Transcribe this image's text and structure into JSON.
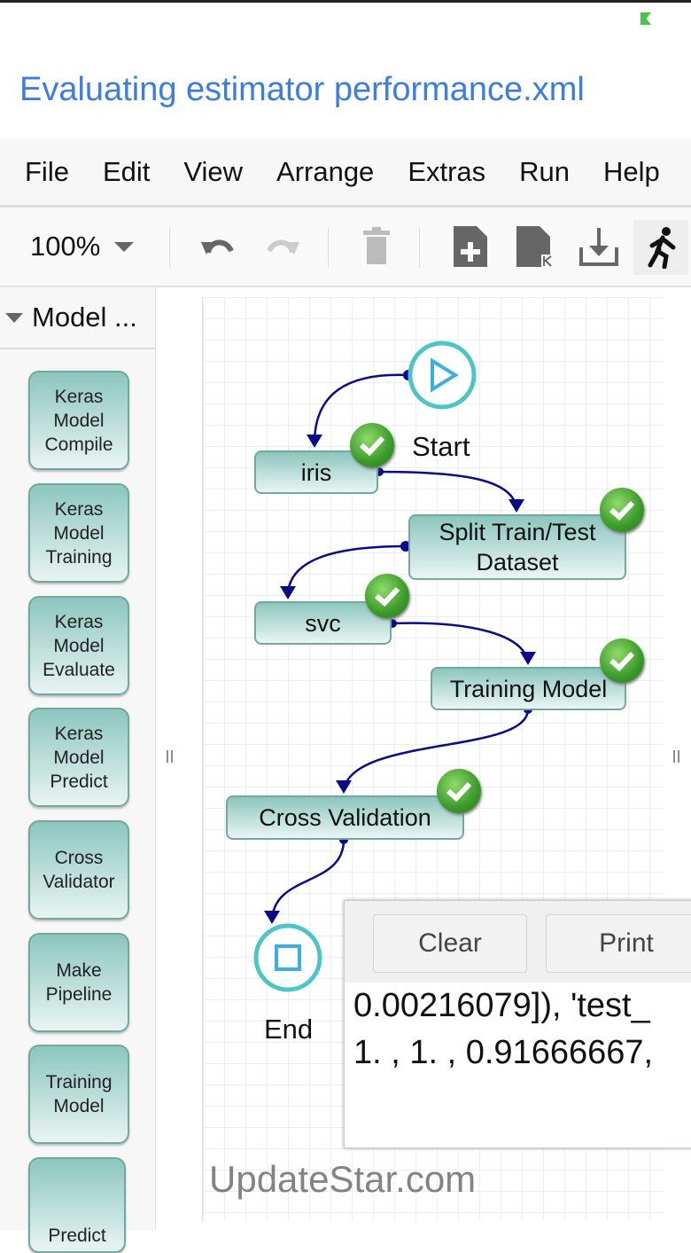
{
  "title": "Evaluating estimator performance.xml",
  "menu": [
    "File",
    "Edit",
    "View",
    "Arrange",
    "Extras",
    "Run",
    "Help"
  ],
  "toolbar": {
    "zoom": "100%",
    "icons": [
      "undo-icon",
      "redo-icon",
      "delete-icon",
      "new-file-icon",
      "file-export-icon",
      "download-icon",
      "run-icon"
    ]
  },
  "sidebar": {
    "header": "Model ...",
    "items": [
      "Keras Model Compile",
      "Keras Model Training",
      "Keras Model Evaluate",
      "Keras Model Predict",
      "Cross Validator",
      "Make Pipeline",
      "Training Model",
      "Predict"
    ]
  },
  "diagram": {
    "start_label": "Start",
    "end_label": "End",
    "nodes": [
      "iris",
      "Split Train/Test Dataset",
      "svc",
      "Training Model",
      "Cross Validation"
    ],
    "status": "completed",
    "colors": {
      "node": "#8cc6be",
      "edge": "#0a0a8a",
      "check": "#3a9a2a",
      "terminal": "#3bb0e0"
    }
  },
  "output": {
    "clear_label": "Clear",
    "print_label": "Print",
    "lines": [
      "0.00216079]), 'test_",
      "1. , 1. , 0.91666667,"
    ]
  },
  "watermark": "UpdateStar.com"
}
